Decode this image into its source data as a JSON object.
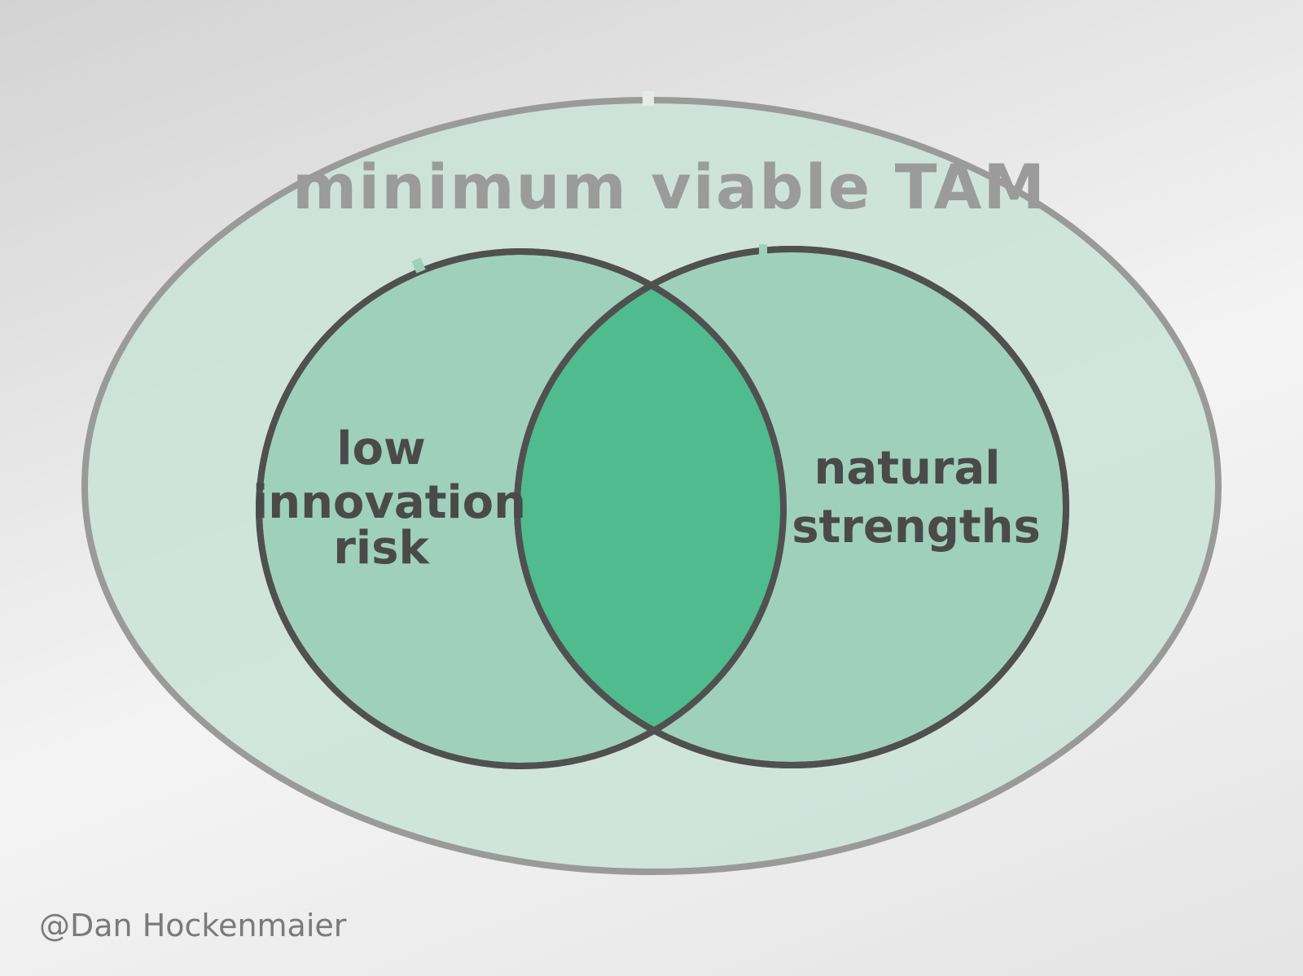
{
  "diagram": {
    "outer_label": "minimum viable TAM",
    "left_circle_label": [
      "low",
      "innovation",
      "risk"
    ],
    "right_circle_label": [
      "natural",
      "strengths"
    ],
    "overlap_label": "",
    "credit": "@Dan Hockenmaier"
  },
  "colors": {
    "outer_fill": "#c9e3d8",
    "circle_fill": "#9fd0bb",
    "overlap_fill": "#4fbb8e",
    "circle_stroke": "#505050",
    "outer_stroke": "#9a9a9a",
    "outer_text": "#9b9b9b",
    "inner_text": "#4a4a4a"
  }
}
